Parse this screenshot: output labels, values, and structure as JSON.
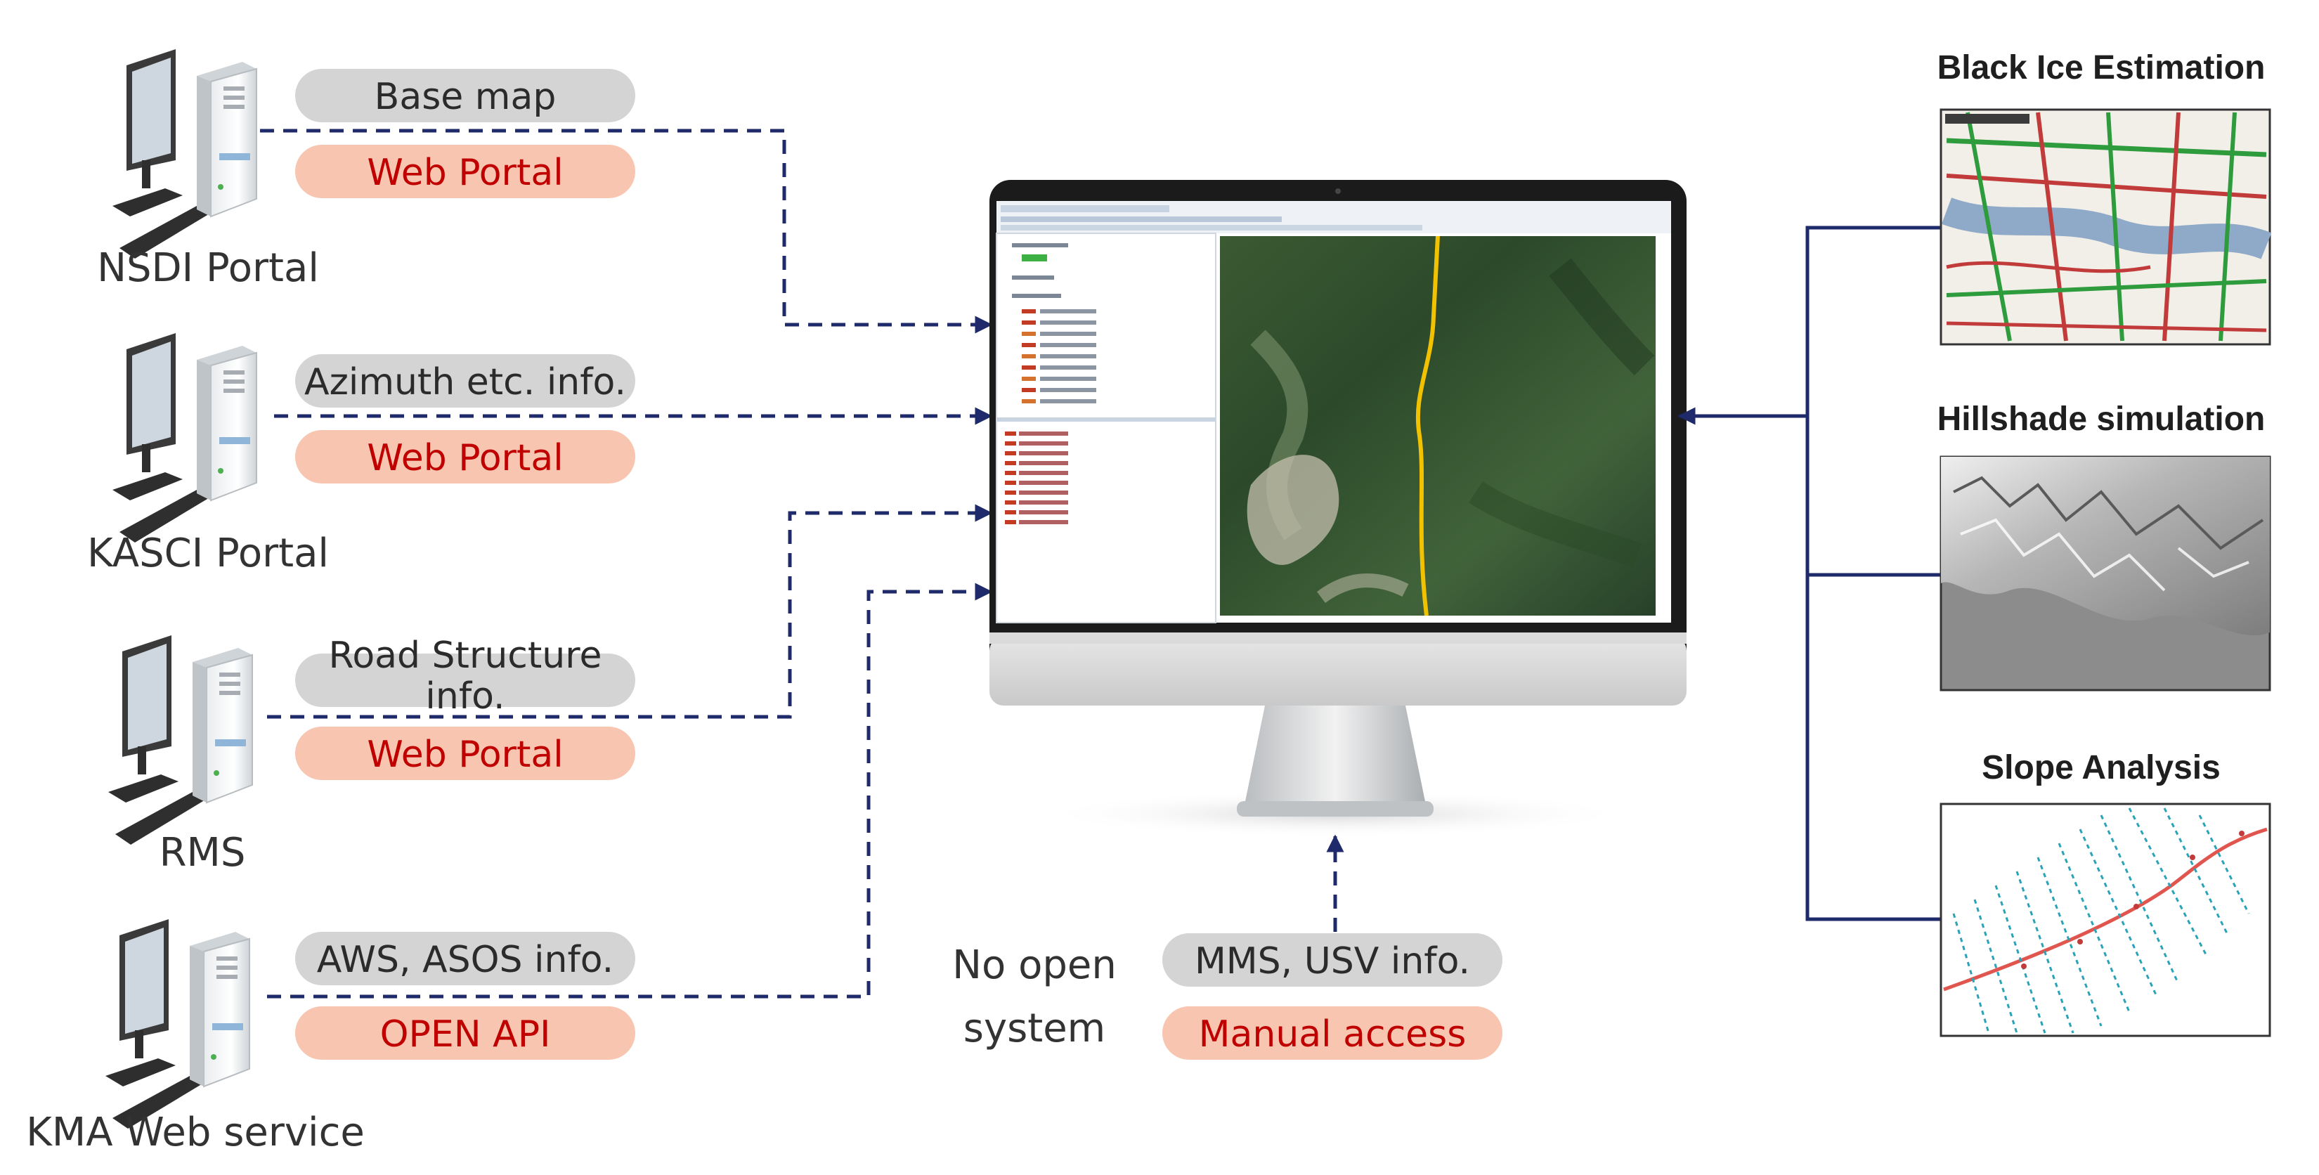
{
  "sources": [
    {
      "name": "NSDI Portal",
      "info_lines": [
        "Base map"
      ],
      "access": "Web Portal"
    },
    {
      "name": "KASCI Portal",
      "info_lines": [
        "Azimuth etc. info."
      ],
      "access": "Web Portal"
    },
    {
      "name": "RMS",
      "info_lines": [
        "Road Structure",
        "info."
      ],
      "access": "Web Portal"
    },
    {
      "name": "KMA Web service",
      "info_lines": [
        "AWS, ASOS info."
      ],
      "access": "OPEN API"
    }
  ],
  "manual": {
    "label_lines": [
      "No open",
      "system"
    ],
    "info": "MMS, USV info.",
    "access": "Manual access"
  },
  "outputs": [
    {
      "title": "Black Ice Estimation",
      "thumb_icon": "road-map-thumbnail"
    },
    {
      "title": "Hillshade simulation",
      "thumb_icon": "hillshade-thumbnail"
    },
    {
      "title": "Slope Analysis",
      "thumb_icon": "slope-analysis-thumbnail"
    }
  ],
  "colors": {
    "connector": "#1f2a6b",
    "access_text": "#c00000",
    "info_pill": "#d4d4d4",
    "access_pill": "#f8c6b0"
  },
  "icons": {
    "computer": "desktop-computer-icon",
    "server": "server-tower-icon",
    "monitor": "gis-monitor-icon"
  }
}
